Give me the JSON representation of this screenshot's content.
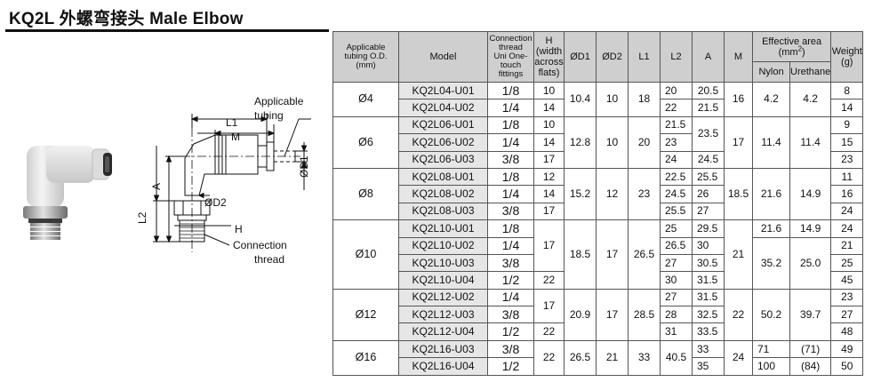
{
  "title": "KQ2L  外螺弯接头 Male Elbow",
  "diagram": {
    "labels": {
      "applicable_tubing": [
        "Applicable",
        "tubing"
      ],
      "l1": "L1",
      "m": "M",
      "d1": "ØD1",
      "a": "A",
      "d2": "ØD2",
      "l2": "L2",
      "h": "H",
      "connection_thread": [
        "Connection",
        "thread"
      ]
    }
  },
  "table": {
    "headers": {
      "tubing": [
        "Applicable",
        "tubing O.D.",
        "(mm)"
      ],
      "model": "Model",
      "thread": [
        "Connection",
        "thread",
        "Uni One-touch",
        "fittings"
      ],
      "h": [
        "H",
        "(width",
        "across",
        "flats)"
      ],
      "d1": "ØD1",
      "d2": "ØD2",
      "l1": "L1",
      "l2": "L2",
      "a": "A",
      "m": "M",
      "area": "Effective area",
      "area_unit": "(mm",
      "area_sup": "2",
      "area_close": ")",
      "nylon": "Nylon",
      "urethane": "Urethane",
      "weight": [
        "Weight",
        "(g)"
      ]
    },
    "groups": {
      "g4": {
        "size": "Ø4",
        "d1": "10.4",
        "d2": "10",
        "l1": "18",
        "m": "16",
        "rows": [
          {
            "model": "KQ2L04-U01",
            "thread": "1/8",
            "h": "10",
            "l2": "20",
            "a": "20.5",
            "weight": "8"
          },
          {
            "model": "KQ2L04-U02",
            "thread": "1/4",
            "h": "14",
            "l2": "22",
            "a": "21.5",
            "weight": "14"
          }
        ],
        "nylon": "4.2",
        "urethane": "4.2"
      },
      "g6": {
        "size": "Ø6",
        "d1": "12.8",
        "d2": "10",
        "l1": "20",
        "m": "17",
        "rows": [
          {
            "model": "KQ2L06-U01",
            "thread": "1/8",
            "h": "10",
            "l2": "21.5",
            "weight": "9"
          },
          {
            "model": "KQ2L06-U02",
            "thread": "1/4",
            "h": "14",
            "l2": "23",
            "weight": "15"
          },
          {
            "model": "KQ2L06-U03",
            "thread": "3/8",
            "h": "17",
            "l2": "24",
            "a": "24.5",
            "weight": "23"
          }
        ],
        "a_merged": "23.5",
        "nylon": "11.4",
        "urethane": "11.4"
      },
      "g8": {
        "size": "Ø8",
        "d1": "15.2",
        "d2": "12",
        "l1": "23",
        "m": "18.5",
        "rows": [
          {
            "model": "KQ2L08-U01",
            "thread": "1/8",
            "h": "12",
            "l2": "22.5",
            "a": "25.5",
            "weight": "11"
          },
          {
            "model": "KQ2L08-U02",
            "thread": "1/4",
            "h": "14",
            "l2": "24.5",
            "a": "26",
            "weight": "16"
          },
          {
            "model": "KQ2L08-U03",
            "thread": "3/8",
            "h": "17",
            "l2": "25.5",
            "a": "27",
            "weight": "24"
          }
        ],
        "nylon": "21.6",
        "urethane": "14.9"
      },
      "g10": {
        "size": "Ø10",
        "d1": "18.5",
        "d2": "17",
        "l1": "26.5",
        "m": "21",
        "h_merged": "17",
        "rows": [
          {
            "model": "KQ2L10-U01",
            "thread": "1/8",
            "l2": "25",
            "a": "29.5",
            "weight": "24"
          },
          {
            "model": "KQ2L10-U02",
            "thread": "1/4",
            "l2": "26.5",
            "a": "30",
            "weight": "21"
          },
          {
            "model": "KQ2L10-U03",
            "thread": "3/8",
            "l2": "27",
            "a": "30.5",
            "weight": "25"
          },
          {
            "model": "KQ2L10-U04",
            "thread": "1/2",
            "h": "22",
            "l2": "30",
            "a": "31.5",
            "weight": "45"
          }
        ],
        "nylon_first": "21.6",
        "urethane_first": "14.9",
        "nylon": "35.2",
        "urethane": "25.0"
      },
      "g12": {
        "size": "Ø12",
        "d1": "20.9",
        "d2": "17",
        "l1": "28.5",
        "m": "22",
        "h_merged": "17",
        "rows": [
          {
            "model": "KQ2L12-U02",
            "thread": "1/4",
            "l2": "27",
            "a": "31.5",
            "weight": "23"
          },
          {
            "model": "KQ2L12-U03",
            "thread": "3/8",
            "l2": "28",
            "a": "32.5",
            "weight": "27"
          },
          {
            "model": "KQ2L12-U04",
            "thread": "1/2",
            "h": "22",
            "l2": "31",
            "a": "33.5",
            "weight": "48"
          }
        ],
        "nylon": "50.2",
        "urethane": "39.7"
      },
      "g16": {
        "size": "Ø16",
        "h": "22",
        "d1": "26.5",
        "d2": "21",
        "l1": "33",
        "l2": "40.5",
        "m": "24",
        "rows": [
          {
            "model": "KQ2L16-U03",
            "thread": "3/8",
            "a": "33",
            "nylon": "71",
            "urethane": "(71)",
            "weight": "49"
          },
          {
            "model": "KQ2L16-U04",
            "thread": "1/2",
            "a": "35",
            "nylon": "100",
            "urethane": "(84)",
            "weight": "50"
          }
        ]
      }
    }
  }
}
